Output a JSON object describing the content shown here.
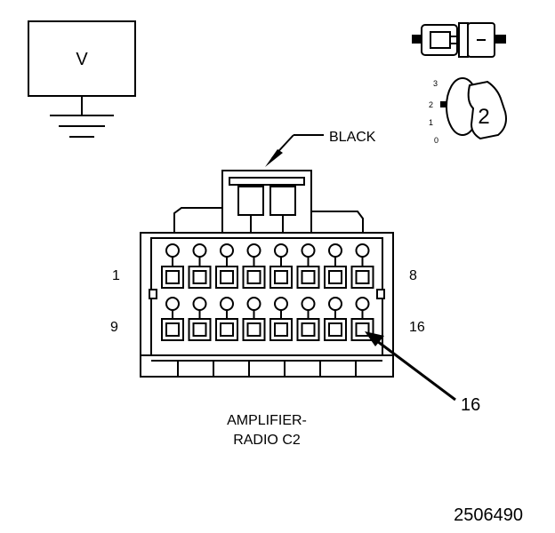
{
  "meter": {
    "symbol": "V"
  },
  "connector": {
    "wire_color": "BLACK",
    "name_line1": "AMPLIFIER-",
    "name_line2": "RADIO C2",
    "pin_labels": {
      "top_left": "1",
      "top_right": "8",
      "bottom_left": "9",
      "bottom_right": "16"
    },
    "callout_pin": "16"
  },
  "legend": {
    "positions": [
      "3",
      "2",
      "1",
      "0"
    ],
    "selected_position": "2"
  },
  "figure_id": "2506490"
}
